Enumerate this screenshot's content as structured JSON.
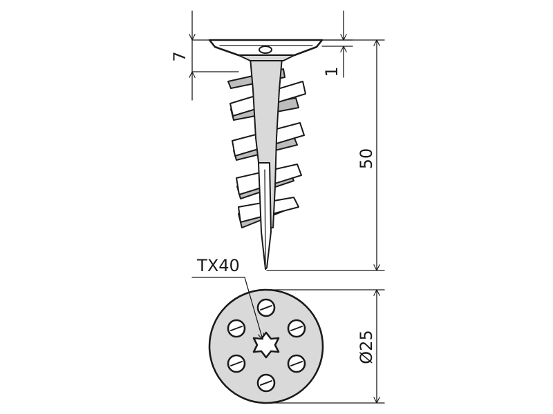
{
  "drawing": {
    "line_color": "#1a1a1a",
    "fill_light": "#d9d9d9",
    "fill_dark": "#bdbdbd",
    "dimensions": {
      "head_height": "7",
      "plate_thickness": "1",
      "total_length": "50",
      "diameter": "Ø25"
    },
    "drive_label": "TX40"
  }
}
